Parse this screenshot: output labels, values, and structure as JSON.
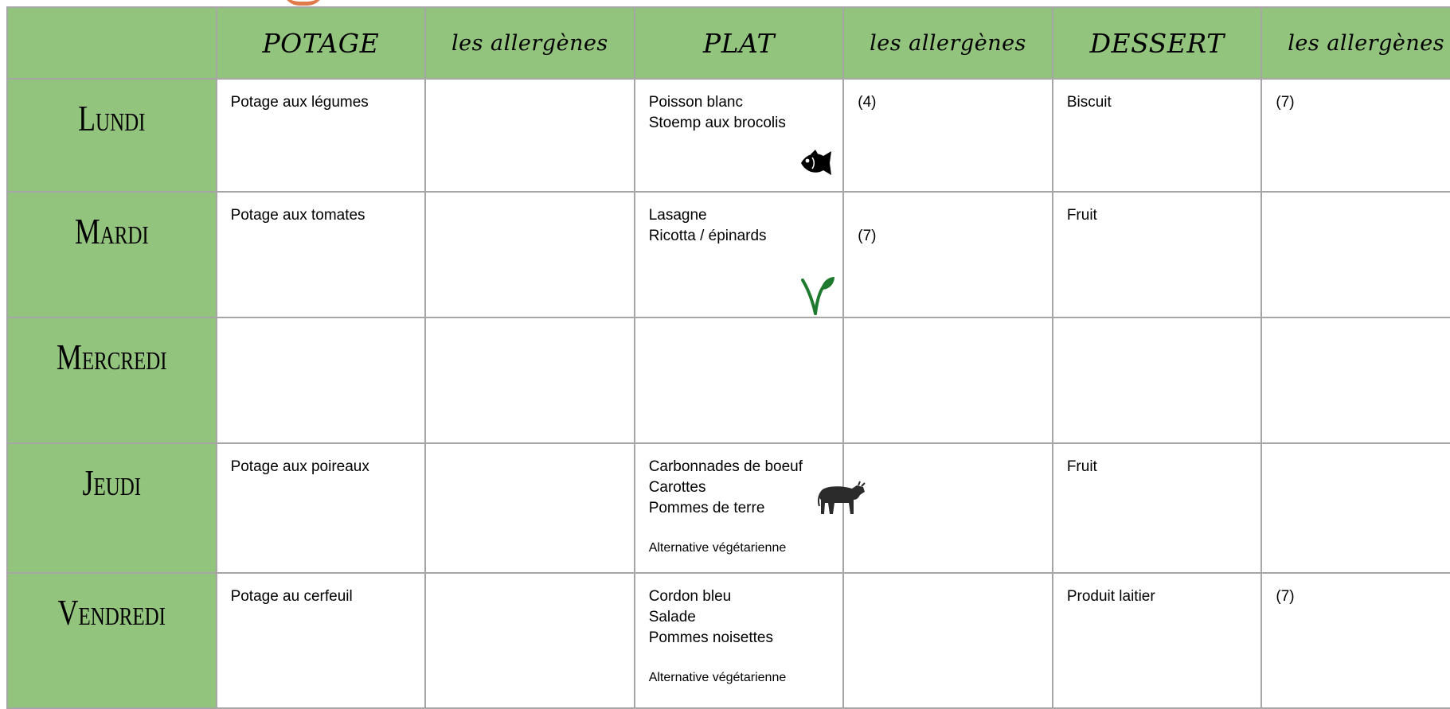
{
  "headers": {
    "empty": "",
    "potage": "POTAGE",
    "allergens_1": "les allergènes",
    "plat": "PLAT",
    "allergens_2": "les allergènes",
    "dessert": "DESSERT",
    "allergens_3": "les allergènes"
  },
  "rows": [
    {
      "day": "Lundi",
      "potage": "Potage aux légumes",
      "potage_allergens": "",
      "plat": "Poisson blanc\nStoemp aux brocolis",
      "plat_icon": "fish-icon",
      "plat_allergens": "(4)",
      "dessert": "Biscuit",
      "dessert_allergens": "(7)"
    },
    {
      "day": "Mardi",
      "potage": "Potage aux tomates",
      "potage_allergens": "",
      "plat": "Lasagne\nRicotta / épinards",
      "plat_icon": "vegetarian-leaf-icon",
      "plat_allergens": "\n(7)",
      "dessert": "Fruit",
      "dessert_allergens": ""
    },
    {
      "day": "Mercredi",
      "potage": "",
      "potage_allergens": "",
      "plat": "",
      "plat_allergens": "",
      "dessert": "",
      "dessert_allergens": ""
    },
    {
      "day": "Jeudi",
      "potage": "Potage aux poireaux",
      "potage_allergens": "",
      "plat": "Carbonnades de boeuf\nCarottes\nPommes de terre",
      "plat_alt": "Alternative végétarienne",
      "plat_icon": "cow-icon",
      "plat_allergens": "",
      "dessert": "Fruit",
      "dessert_allergens": ""
    },
    {
      "day": "Vendredi",
      "potage": " Potage au cerfeuil",
      "potage_allergens": "",
      "plat": "Cordon bleu\nSalade\nPommes noisettes",
      "plat_alt": "Alternative végétarienne",
      "plat_allergens": "",
      "dessert": "Produit laitier",
      "dessert_allergens": "(7)"
    }
  ],
  "colors": {
    "header_green": "#93c47d",
    "grid_border": "#a6a6a6",
    "leaf_green": "#1e7a2e",
    "accent_orange": "#e07a4a"
  }
}
